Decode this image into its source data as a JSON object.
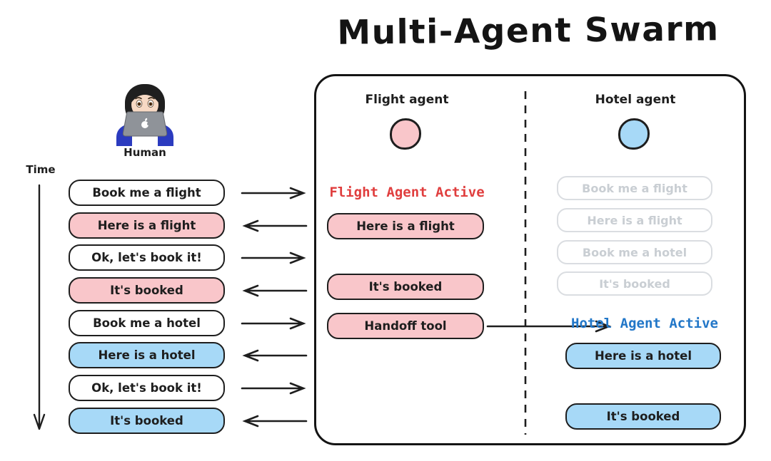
{
  "title": "Multi-Agent Swarm",
  "human": {
    "label": "Human",
    "time_label": "Time",
    "messages": [
      {
        "text": "Book me a flight",
        "type": "user",
        "direction": "right"
      },
      {
        "text": "Here is a flight",
        "type": "flight",
        "direction": "left"
      },
      {
        "text": "Ok, let's book it!",
        "type": "user",
        "direction": "right"
      },
      {
        "text": "It's booked",
        "type": "flight",
        "direction": "left"
      },
      {
        "text": "Book me a hotel",
        "type": "user",
        "direction": "right"
      },
      {
        "text": "Here is a hotel",
        "type": "hotel",
        "direction": "left"
      },
      {
        "text": "Ok, let's book it!",
        "type": "user",
        "direction": "right"
      },
      {
        "text": "It's booked",
        "type": "hotel",
        "direction": "left"
      }
    ]
  },
  "swarm": {
    "flight": {
      "label": "Flight agent",
      "status": "Flight Agent Active",
      "messages": [
        "Here is a flight",
        "It's booked",
        "Handoff tool"
      ]
    },
    "hotel": {
      "label": "Hotel agent",
      "status": "Hotel Agent Active",
      "history": [
        "Book me a flight",
        "Here is a flight",
        "Book me a hotel",
        "It's booked"
      ],
      "messages": [
        "Here is a hotel",
        "It's booked"
      ]
    }
  },
  "colors": {
    "flight_fill": "#f9c6ca",
    "hotel_fill": "#a7d9f7",
    "flight_status": "#e03e3e",
    "hotel_status": "#2277c8",
    "ink": "#1e1e1e",
    "disabled": "#c9ced3"
  }
}
